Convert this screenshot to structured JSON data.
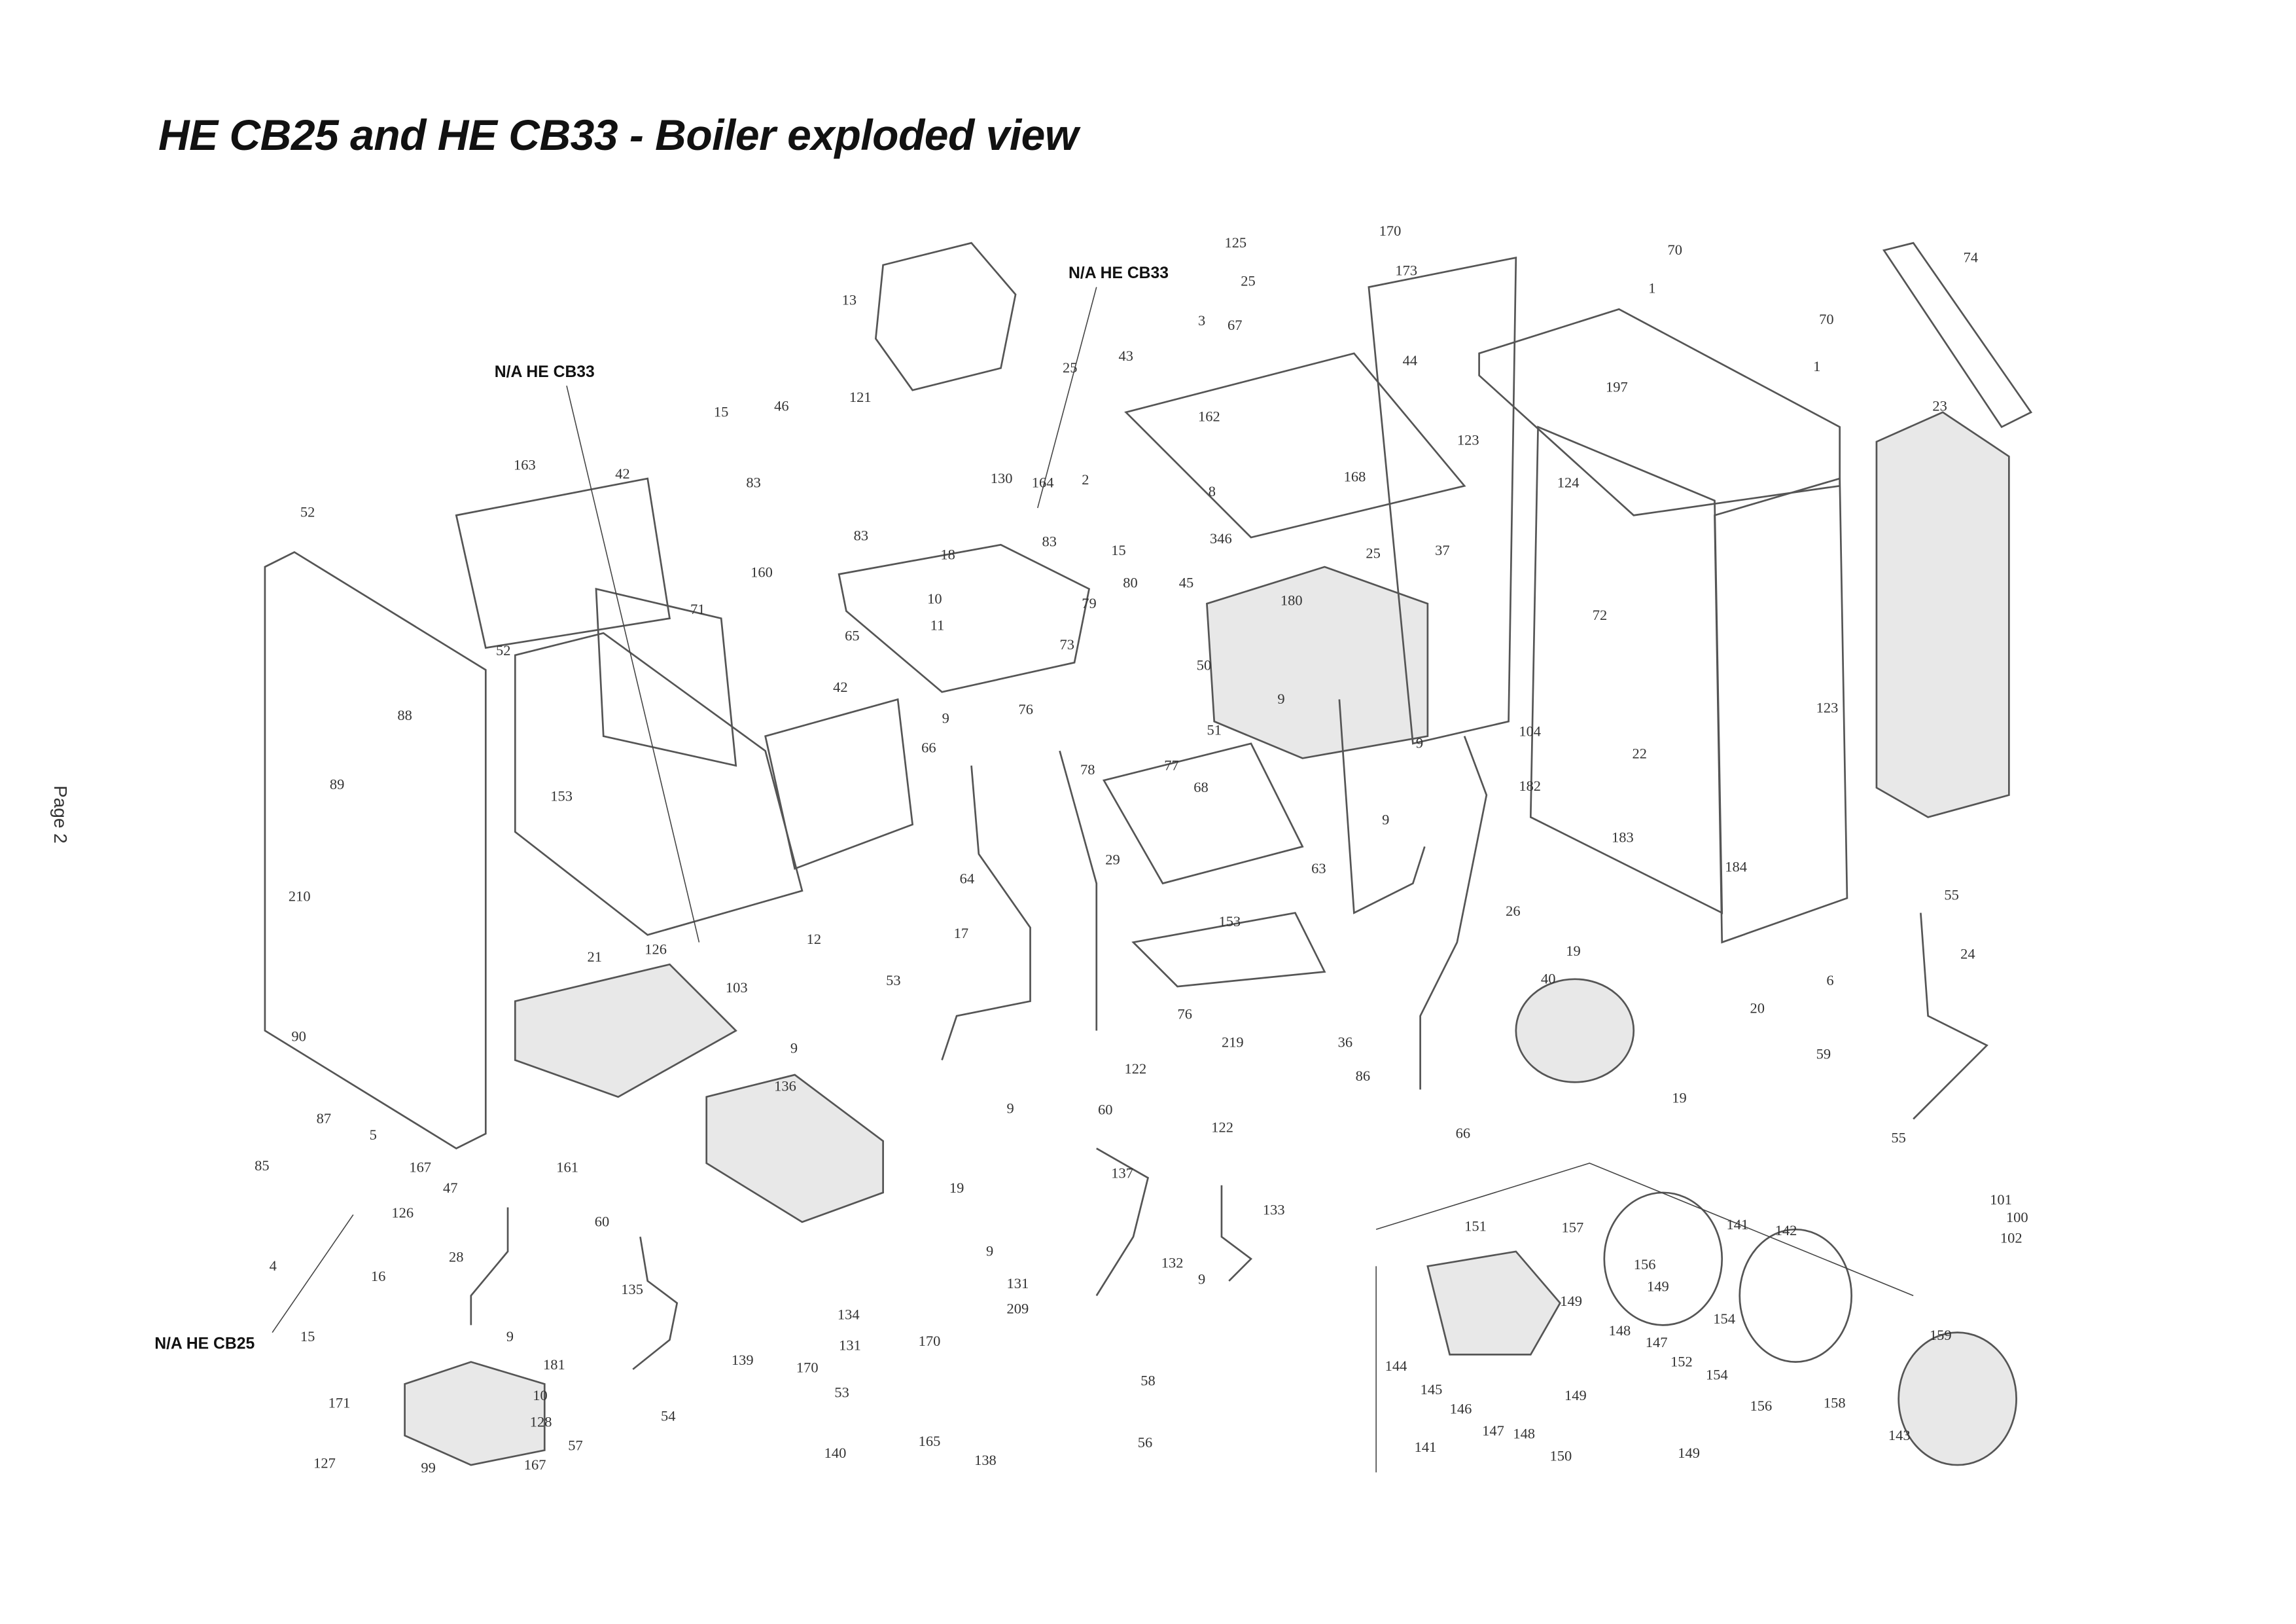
{
  "title": "HE CB25 and HE CB33 - Boiler exploded view",
  "page_label": "Page 2",
  "notes": [
    "N/A HE CB33",
    "N/A HE CB33",
    "N/A HE CB25"
  ],
  "parts": [
    "125",
    "170",
    "25",
    "173",
    "13",
    "3",
    "67",
    "43",
    "25",
    "70",
    "1",
    "74",
    "70",
    "1",
    "44",
    "162",
    "15",
    "46",
    "121",
    "83",
    "130",
    "164",
    "2",
    "8",
    "197",
    "123",
    "168",
    "23",
    "124",
    "163",
    "42",
    "52",
    "83",
    "83",
    "15",
    "346",
    "25",
    "37",
    "160",
    "18",
    "80",
    "45",
    "10",
    "79",
    "180",
    "71",
    "11",
    "73",
    "65",
    "72",
    "52",
    "50",
    "123",
    "88",
    "9",
    "9",
    "76",
    "51",
    "42",
    "66",
    "78",
    "77",
    "9",
    "104",
    "22",
    "89",
    "153",
    "68",
    "182",
    "183",
    "184",
    "29",
    "63",
    "9",
    "55",
    "210",
    "64",
    "153",
    "26",
    "24",
    "17",
    "21",
    "12",
    "126",
    "103",
    "53",
    "19",
    "40",
    "6",
    "20",
    "76",
    "90",
    "9",
    "219",
    "36",
    "59",
    "122",
    "136",
    "86",
    "87",
    "5",
    "9",
    "60",
    "19",
    "55",
    "122",
    "66",
    "85",
    "167",
    "47",
    "161",
    "137",
    "101",
    "100",
    "126",
    "19",
    "133",
    "151",
    "157",
    "141",
    "142",
    "60",
    "9",
    "102",
    "4",
    "28",
    "132",
    "156",
    "16",
    "149",
    "9",
    "135",
    "154",
    "149",
    "131",
    "134",
    "209",
    "148",
    "147",
    "159",
    "15",
    "9",
    "131",
    "170",
    "144",
    "152",
    "154",
    "139",
    "170",
    "181",
    "58",
    "145",
    "149",
    "146",
    "156",
    "158",
    "143",
    "53",
    "10",
    "171",
    "54",
    "128",
    "147",
    "148",
    "149",
    "165",
    "56",
    "57",
    "140",
    "141",
    "150",
    "127",
    "99",
    "167",
    "138"
  ]
}
